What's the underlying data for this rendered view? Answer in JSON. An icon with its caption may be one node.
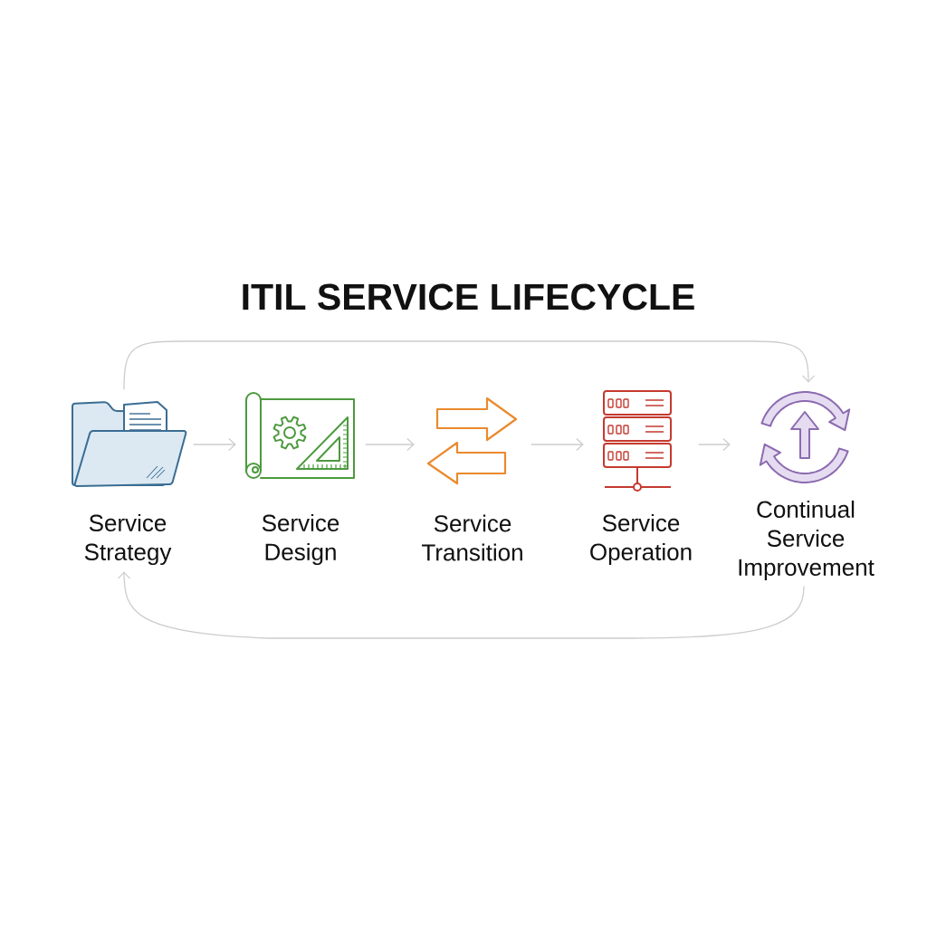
{
  "diagram": {
    "title": "ITIL SERVICE LIFECYCLE",
    "nodes": [
      {
        "text": [],
        "shape": "picture",
        "beside": [
          "Service Strategy"
        ]
      },
      {
        "text": [],
        "shape": "picture",
        "beside": [
          "Service Design"
        ]
      },
      {
        "text": [],
        "shape": "picture",
        "beside": [
          "Service Transition"
        ]
      },
      {
        "text": [],
        "shape": "picture",
        "beside": [
          "Service Operation"
        ]
      },
      {
        "text": [],
        "shape": "picture",
        "beside": [
          "Continual Service Improvement"
        ]
      }
    ],
    "edges": [
      {
        "from": 0,
        "to": 1,
        "arrow": "to"
      },
      {
        "from": 1,
        "to": 2,
        "arrow": "to"
      },
      {
        "from": 2,
        "to": 3,
        "arrow": "to"
      },
      {
        "from": 3,
        "to": 4,
        "arrow": "to"
      },
      {
        "from": 0,
        "to": 4,
        "arrow": "to"
      },
      {
        "from": 4,
        "to": 0,
        "arrow": "to"
      }
    ]
  }
}
